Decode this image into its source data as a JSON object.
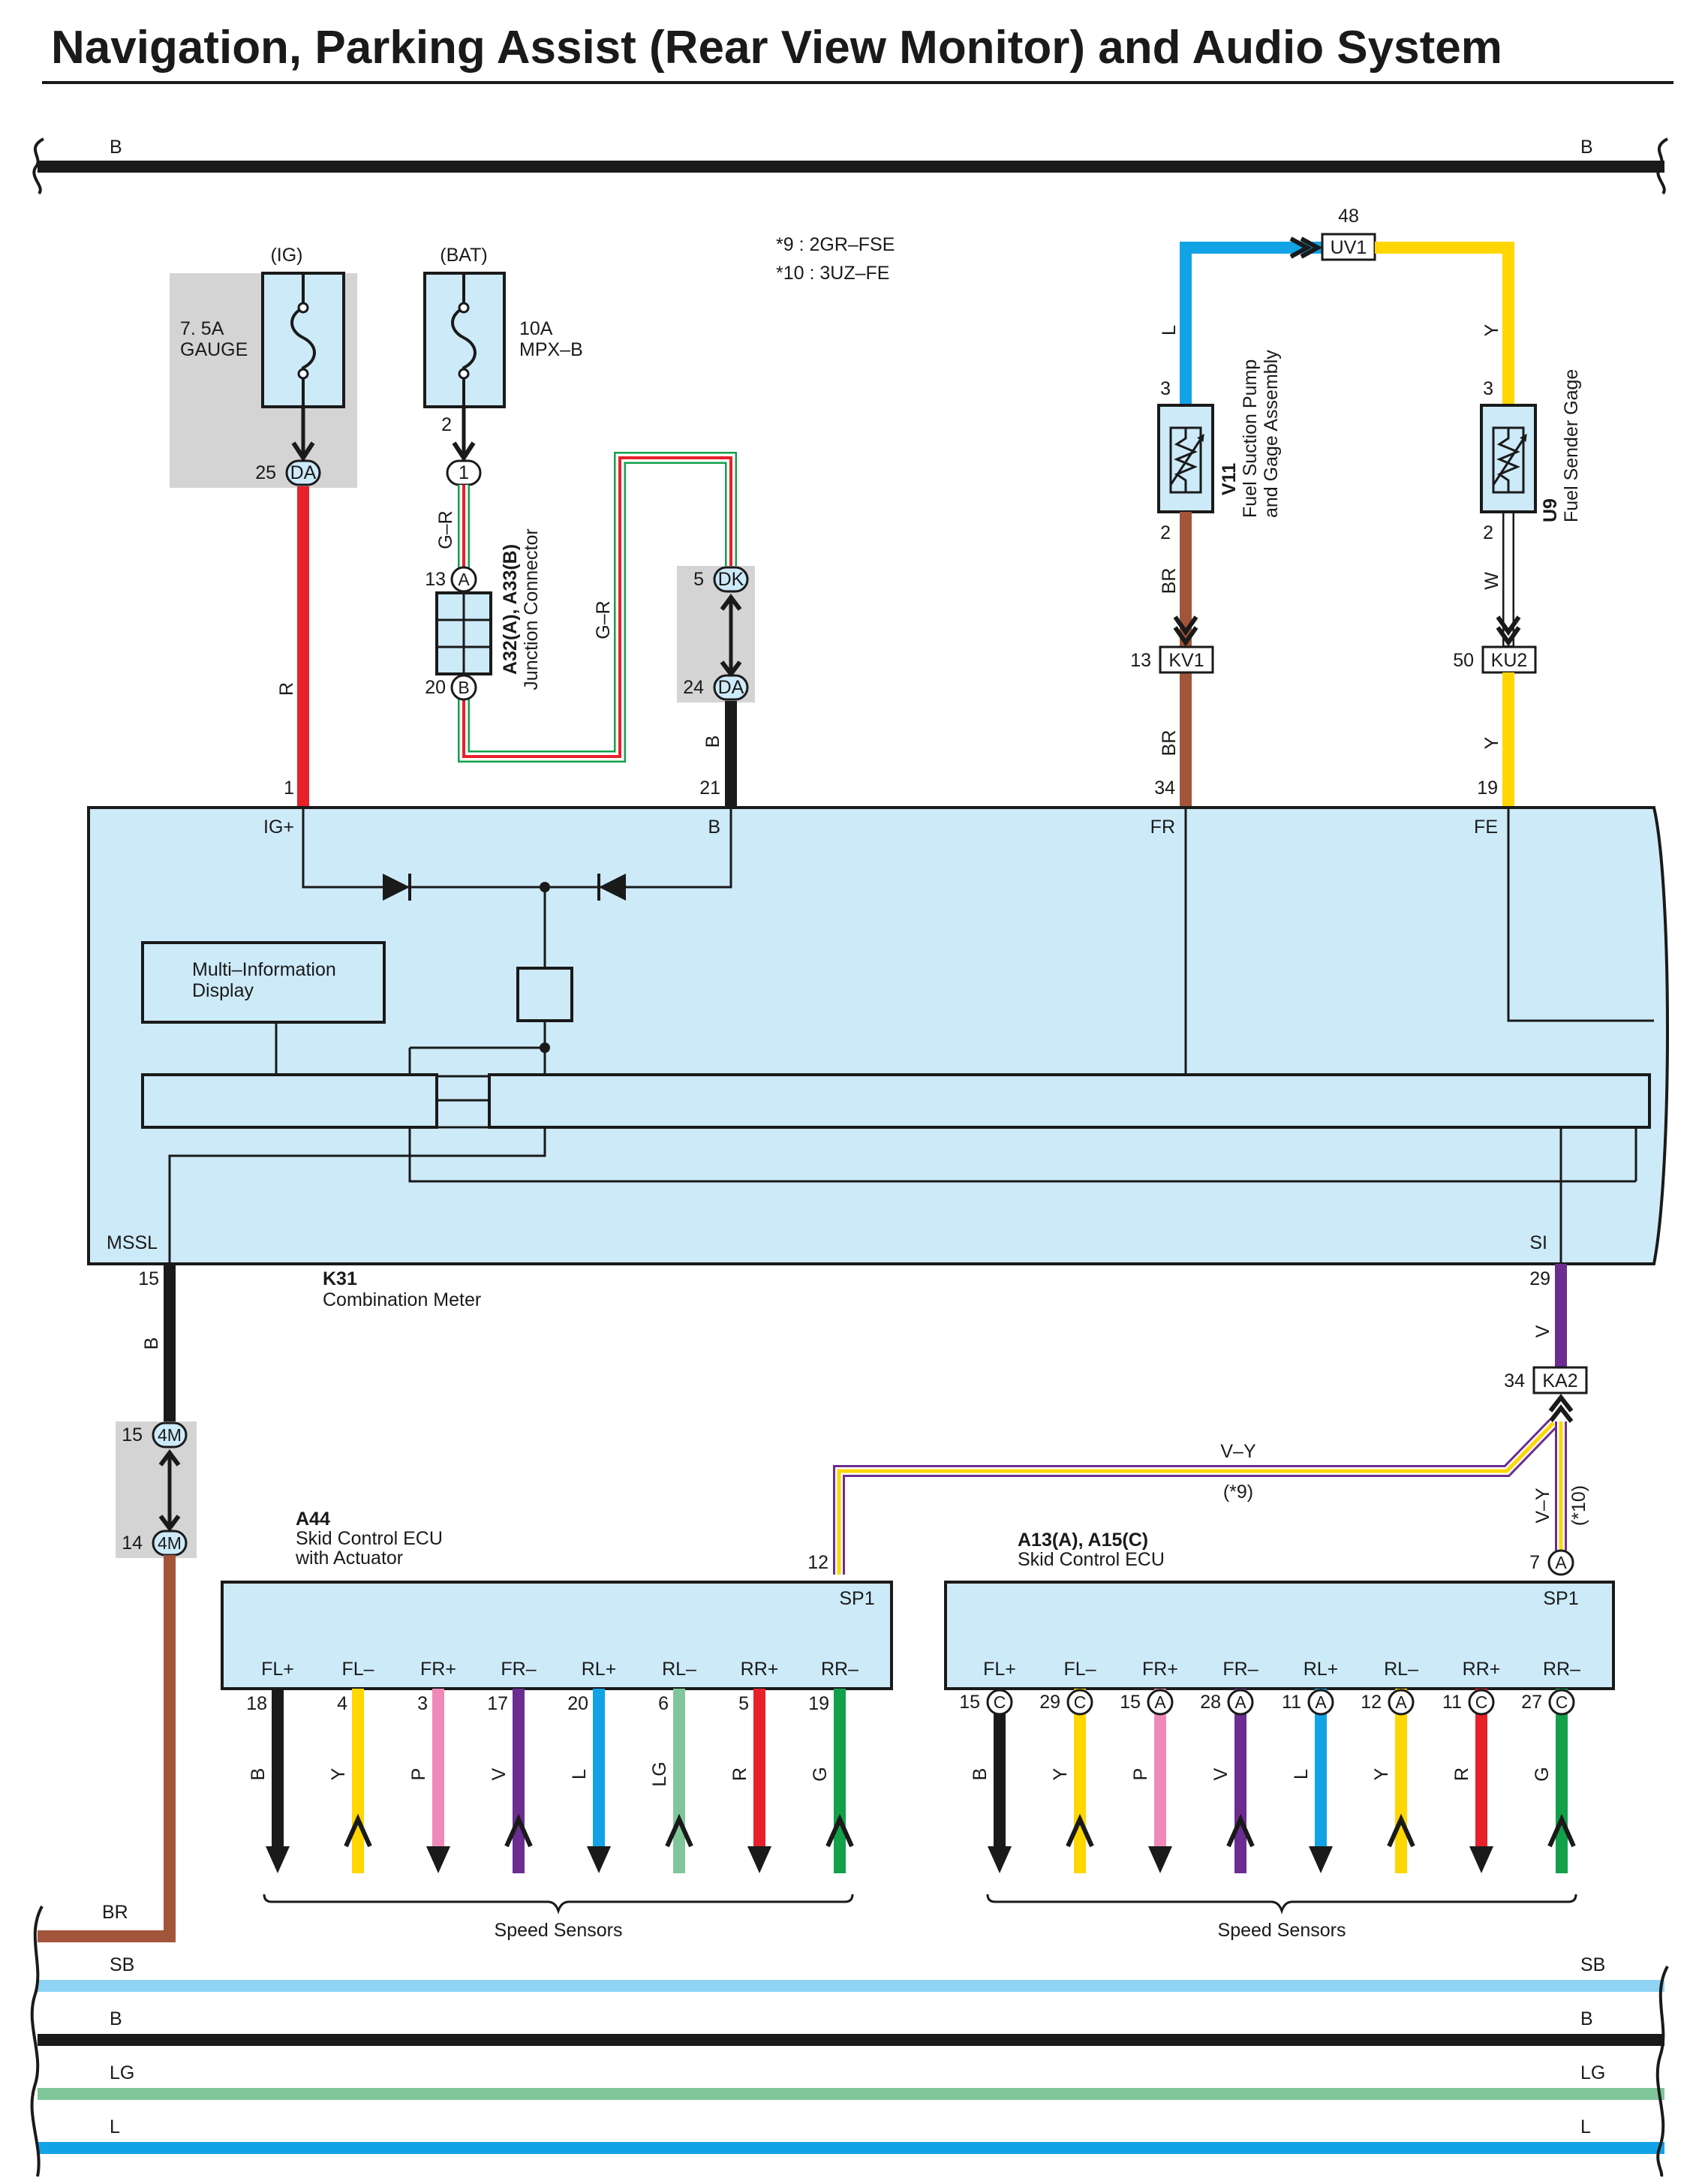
{
  "title": "Navigation, Parking Assist (Rear View Monitor) and Audio System",
  "colors": {
    "B": "#1a1a1a",
    "R": "#e8202a",
    "BR": "#a2553a",
    "L": "#12a3e6",
    "Y": "#ffd600",
    "V": "#6b2d90",
    "P": "#ef8ab8",
    "LG": "#7fc79a",
    "G": "#12a04b",
    "SB": "#8fd3f5",
    "W": "#ffffff",
    "component_fill": "#cdeaf9",
    "shade": "#d4d4d4"
  },
  "notes": [
    "*9 : 2GR–FSE",
    "*10 : 3UZ–FE"
  ],
  "top_bus": {
    "left_label": "B",
    "right_label": "B"
  },
  "bottom_buses": [
    {
      "label": "SB",
      "color": "SB"
    },
    {
      "label": "B",
      "color": "B"
    },
    {
      "label": "LG",
      "color": "LG"
    },
    {
      "label": "L",
      "color": "L"
    }
  ],
  "fuse_ig": {
    "source": "(IG)",
    "rating": "7. 5A",
    "name": "GAUGE",
    "pin": "25",
    "connector": "DA"
  },
  "fuse_bat": {
    "source": "(BAT)",
    "rating": "10A",
    "name": "MPX–B",
    "pin_top": "2",
    "connector": "1"
  },
  "junction": {
    "code": "A32(A), A33(B)",
    "name": "Junction Connector",
    "pin_a": "13",
    "conn_a": "A",
    "pin_b": "20",
    "conn_b": "B",
    "wire_left": "G–R",
    "wire_right": "G–R"
  },
  "dk_junction": {
    "pin_top": "5",
    "conn_top": "DK",
    "pin_bottom": "24",
    "conn_bottom": "DA"
  },
  "meter": {
    "code": "K31",
    "name": "Combination Meter",
    "pins": [
      {
        "id": "ig",
        "num": "1",
        "label": "IG+",
        "wire": "R"
      },
      {
        "id": "b",
        "num": "21",
        "label": "B",
        "wire": "B"
      },
      {
        "id": "fr",
        "num": "34",
        "label": "FR",
        "wire": "BR"
      },
      {
        "id": "fe",
        "num": "19",
        "label": "FE",
        "wire": "Y"
      },
      {
        "id": "mssl",
        "num": "15",
        "label": "MSSL",
        "wire": "B"
      },
      {
        "id": "si",
        "num": "29",
        "label": "SI",
        "wire": "V"
      }
    ],
    "display_line1": "Multi–Information",
    "display_line2": "Display"
  },
  "v11": {
    "code": "V11",
    "line1": "Fuel Suction Pump",
    "line2": "and Gage Assembly",
    "pin_top": "3",
    "pin_bottom": "2",
    "wire_top": "L",
    "wire_bottom": "BR",
    "conn_pin": "13",
    "conn": "KV1"
  },
  "u9": {
    "code": "U9",
    "name": "Fuel Sender Gage",
    "pin_top": "3",
    "pin_bottom": "2",
    "wire_top": "Y",
    "wire_bottom": "W",
    "conn_pin": "50",
    "conn": "KU2"
  },
  "uv1": {
    "pin": "48",
    "conn": "UV1"
  },
  "ka2": {
    "pin": "34",
    "conn": "KA2"
  },
  "m4": {
    "pin_top": "15",
    "pin_bottom": "14",
    "conn": "4M",
    "wire_bottom": "BR"
  },
  "sp_wire": {
    "label": "V–Y",
    "note": "(*9)",
    "label_right": "V–Y",
    "note_right": "(*10)"
  },
  "a44": {
    "code": "A44",
    "line1": "Skid Control ECU",
    "line2": "with Actuator",
    "sp_pin": "12",
    "sp_label": "SP1",
    "sensor_label": "Speed Sensors",
    "pins": [
      {
        "label": "FL+",
        "num": "18",
        "wire": "B",
        "dir": "in"
      },
      {
        "label": "FL–",
        "num": "4",
        "wire": "Y",
        "dir": "out"
      },
      {
        "label": "FR+",
        "num": "3",
        "wire": "P",
        "dir": "in"
      },
      {
        "label": "FR–",
        "num": "17",
        "wire": "V",
        "dir": "out"
      },
      {
        "label": "RL+",
        "num": "20",
        "wire": "L",
        "dir": "in"
      },
      {
        "label": "RL–",
        "num": "6",
        "wire": "LG",
        "dir": "out"
      },
      {
        "label": "RR+",
        "num": "5",
        "wire": "R",
        "dir": "in"
      },
      {
        "label": "RR–",
        "num": "19",
        "wire": "G",
        "dir": "out"
      }
    ]
  },
  "a13": {
    "code": "A13(A), A15(C)",
    "name": "Skid Control ECU",
    "sp_pin": "7",
    "sp_conn": "A",
    "sp_label": "SP1",
    "sensor_label": "Speed Sensors",
    "pins": [
      {
        "label": "FL+",
        "num": "15",
        "conn": "C",
        "wire": "B",
        "dir": "in"
      },
      {
        "label": "FL–",
        "num": "29",
        "conn": "C",
        "wire": "Y",
        "dir": "out"
      },
      {
        "label": "FR+",
        "num": "15",
        "conn": "A",
        "wire": "P",
        "dir": "in"
      },
      {
        "label": "FR–",
        "num": "28",
        "conn": "A",
        "wire": "V",
        "dir": "out"
      },
      {
        "label": "RL+",
        "num": "11",
        "conn": "A",
        "wire": "L",
        "dir": "in"
      },
      {
        "label": "RL–",
        "num": "12",
        "conn": "A",
        "wire": "Y",
        "dir": "out"
      },
      {
        "label": "RR+",
        "num": "11",
        "conn": "C",
        "wire": "R",
        "dir": "in"
      },
      {
        "label": "RR–",
        "num": "27",
        "conn": "C",
        "wire": "G",
        "dir": "out"
      }
    ]
  }
}
